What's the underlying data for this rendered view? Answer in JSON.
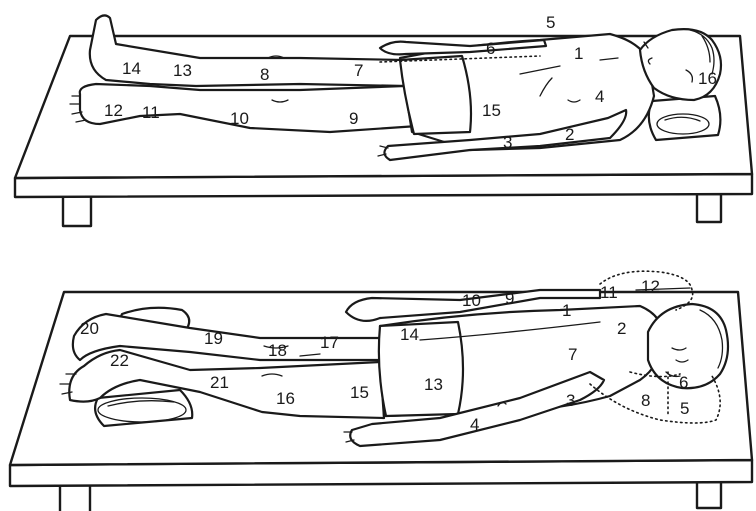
{
  "figure": {
    "supine": {
      "labels": [
        {
          "id": "s1",
          "text": "1"
        },
        {
          "id": "s2",
          "text": "2"
        },
        {
          "id": "s3",
          "text": "3"
        },
        {
          "id": "s4",
          "text": "4"
        },
        {
          "id": "s5",
          "text": "5"
        },
        {
          "id": "s6",
          "text": "6"
        },
        {
          "id": "s7",
          "text": "7"
        },
        {
          "id": "s8",
          "text": "8"
        },
        {
          "id": "s9",
          "text": "9"
        },
        {
          "id": "s10",
          "text": "10"
        },
        {
          "id": "s11",
          "text": "11"
        },
        {
          "id": "s12",
          "text": "12"
        },
        {
          "id": "s13",
          "text": "13"
        },
        {
          "id": "s14",
          "text": "14"
        },
        {
          "id": "s15",
          "text": "15"
        },
        {
          "id": "s16",
          "text": "16"
        }
      ]
    },
    "prone": {
      "labels": [
        {
          "id": "p1",
          "text": "1"
        },
        {
          "id": "p2",
          "text": "2"
        },
        {
          "id": "p3",
          "text": "3"
        },
        {
          "id": "p4",
          "text": "4"
        },
        {
          "id": "p5",
          "text": "5"
        },
        {
          "id": "p6",
          "text": "6"
        },
        {
          "id": "p7",
          "text": "7"
        },
        {
          "id": "p8",
          "text": "8"
        },
        {
          "id": "p9",
          "text": "9"
        },
        {
          "id": "p10",
          "text": "10"
        },
        {
          "id": "p11",
          "text": "11"
        },
        {
          "id": "p12",
          "text": "12"
        },
        {
          "id": "p13",
          "text": "13"
        },
        {
          "id": "p14",
          "text": "14"
        },
        {
          "id": "p15",
          "text": "15"
        },
        {
          "id": "p16",
          "text": "16"
        },
        {
          "id": "p17",
          "text": "17"
        },
        {
          "id": "p18",
          "text": "18"
        },
        {
          "id": "p19",
          "text": "19"
        },
        {
          "id": "p20",
          "text": "20"
        },
        {
          "id": "p21",
          "text": "21"
        },
        {
          "id": "p22",
          "text": "22"
        }
      ]
    }
  }
}
